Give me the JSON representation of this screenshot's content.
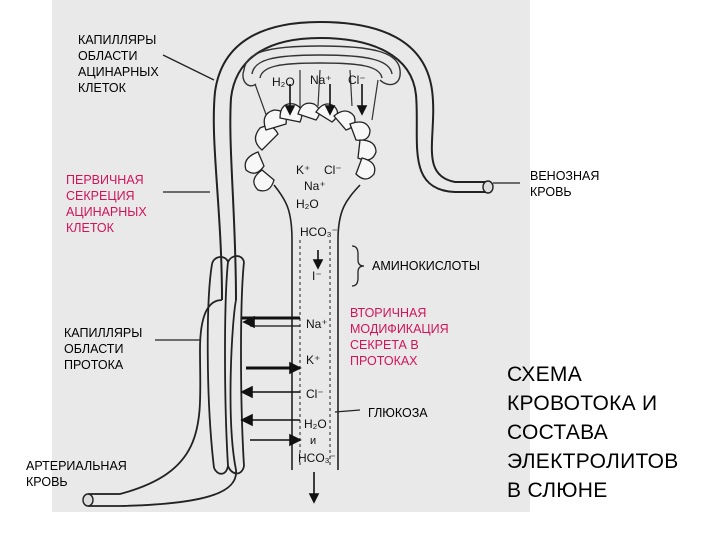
{
  "labels": {
    "acinar_capillaries": "КАПИЛЛЯРЫ\nОБЛАСТИ\nАЦИНАРНЫХ\nКЛЕТОК",
    "primary_secretion": "ПЕРВИЧНАЯ\nСЕКРЕЦИЯ\nАЦИНАРНЫХ\nКЛЕТОК",
    "venous_blood": "ВЕНОЗНАЯ\nКРОВЬ",
    "amino_acids": "АМИНОКИСЛОТЫ",
    "duct_capillaries": "КАПИЛЛЯРЫ\nОБЛАСТИ\nПРОТОКА",
    "secondary_modification": "ВТОРИЧНАЯ\nМОДИФИКАЦИЯ\nСЕКРЕТА В\nПРОТОКАХ",
    "glucose": "ГЛЮКОЗА",
    "arterial_blood": "АРТЕРИАЛЬНАЯ\nКРОВЬ"
  },
  "title": "СХЕМА\nКРОВОТОКА И\nСОСТАВА\nЭЛЕКТРОЛИТОВ\nВ СЛЮНЕ",
  "ions": {
    "top_h2o": "H₂O",
    "top_na": "Na⁺",
    "top_cl": "Cl⁻",
    "acinus_k": "K⁺",
    "acinus_cl": "Cl⁻",
    "acinus_na": "Na⁺",
    "acinus_h2o": "H₂O",
    "acinus_hco3": "HCO₃⁻",
    "iodide": "I⁻",
    "duct_na": "Na⁺",
    "duct_k": "K⁺",
    "duct_cl": "Cl⁻",
    "duct_h2o": "H₂O",
    "duct_and": "и",
    "duct_hco3": "HCO₃⁻"
  },
  "colors": {
    "primary_text": "#000000",
    "highlight_text": "#d1145a",
    "panel_background": "#e9e9e9"
  }
}
